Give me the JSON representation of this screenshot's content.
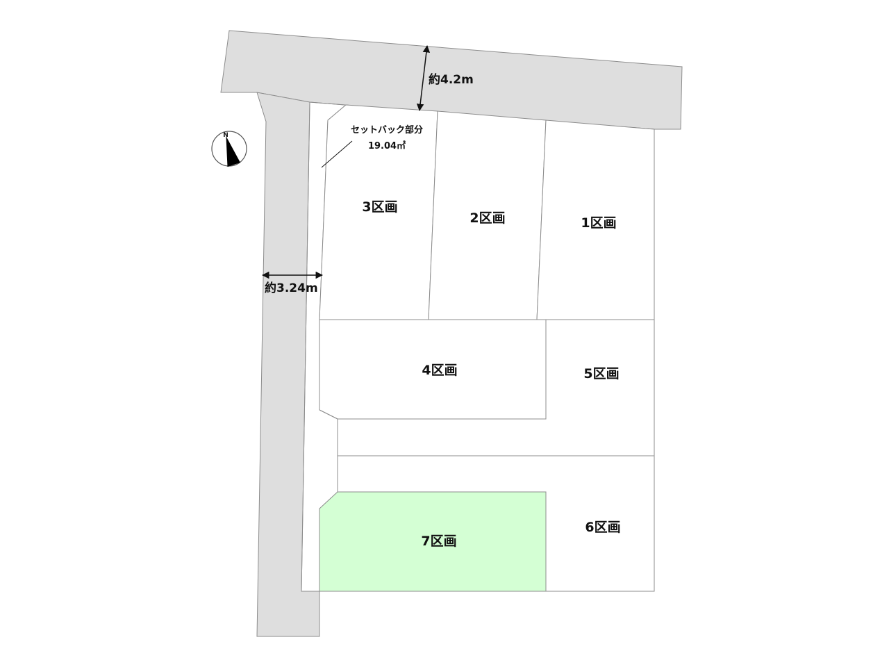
{
  "roads": {
    "north_width": "約4.2m",
    "west_width": "約3.24m"
  },
  "setback": {
    "title": "セットバック部分",
    "area": "19.04㎡"
  },
  "compass": {
    "north_letter": "N"
  },
  "lots": [
    {
      "label": "1区画",
      "highlighted": false
    },
    {
      "label": "2区画",
      "highlighted": false
    },
    {
      "label": "3区画",
      "highlighted": false
    },
    {
      "label": "4区画",
      "highlighted": false
    },
    {
      "label": "5区画",
      "highlighted": false
    },
    {
      "label": "6区画",
      "highlighted": false
    },
    {
      "label": "7区画",
      "highlighted": true
    }
  ],
  "colors": {
    "road": "#dedede",
    "highlight": "#d4ffd4",
    "line": "#8c8c8c"
  }
}
